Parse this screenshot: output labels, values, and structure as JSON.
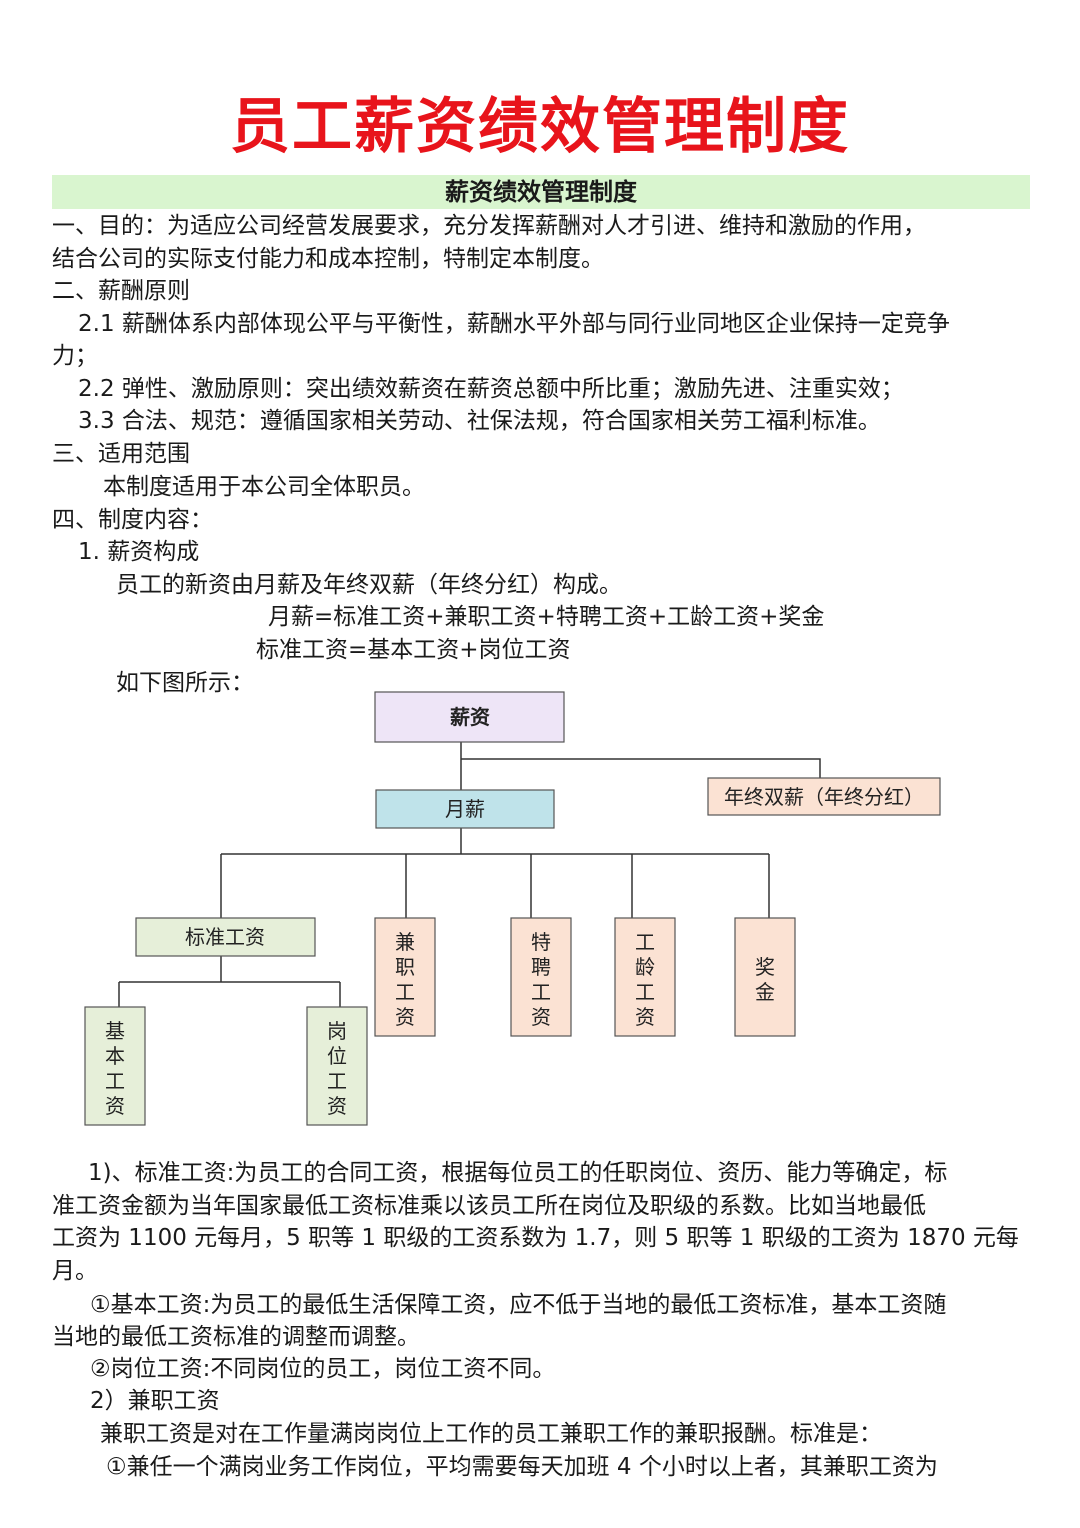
{
  "title": "员工薪资绩效管理制度",
  "subtitle": "薪资绩效管理制度",
  "lines": {
    "p1a": "一、目的：为适应公司经营发展要求，充分发挥薪酬对人才引进、维持和激励的作用，",
    "p1b": "结合公司的实际支付能力和成本控制，特制定本制度。",
    "h2": "二、薪酬原则",
    "p21a": "2.1 薪酬体系内部体现公平与平衡性，薪酬水平外部与同行业同地区企业保持一定竞争",
    "p21b": "力；",
    "p22": "2.2  弹性、激励原则：突出绩效薪资在薪资总额中所比重；激励先进、注重实效；",
    "p33": "3.3  合法、规范：遵循国家相关劳动、社保法规，符合国家相关劳工福利标准。",
    "h3": "三、适用范围",
    "p3": "本制度适用于本公司全体职员。",
    "h4": "四、制度内容：",
    "s1": "1.  薪资构成",
    "s1p": "员工的新资由月薪及年终双薪（年终分红）构成。",
    "f1": "月薪=标准工资+兼职工资+特聘工资+工龄工资+奖金",
    "f2": "标准工资=基本工资+岗位工资",
    "f3": "如下图所示：",
    "b1a": "1)、标准工资:为员工的合同工资，根据每位员工的任职岗位、资历、能力等确定，标",
    "b1b": "准工资金额为当年国家最低工资标准乘以该员工所在岗位及职级的系数。比如当地最低",
    "b1c": "工资为 1100 元每月，5 职等 1 职级的工资系数为 1.7，则 5 职等 1 职级的工资为 1870 元每",
    "b1d": "月。",
    "b2a": "①基本工资:为员工的最低生活保障工资，应不低于当地的最低工资标准，基本工资随",
    "b2b": "当地的最低工资标准的调整而调整。",
    "b3": "②岗位工资:不同岗位的员工，岗位工资不同。",
    "b4": "2）兼职工资",
    "b5": "兼职工资是对在工作量满岗岗位上工作的员工兼职工作的兼职报酬。标准是：",
    "b6": "①兼任一个满岗业务工作岗位，平均需要每天加班 4 个小时以上者，其兼职工资为"
  },
  "diagram": {
    "root": "薪资",
    "monthly": "月薪",
    "yearend": "年终双薪（年终分红）",
    "standard": "标准工资",
    "parttime": [
      "兼",
      "职",
      "工",
      "资"
    ],
    "special": [
      "特",
      "聘",
      "工",
      "资"
    ],
    "seniority": [
      "工",
      "龄",
      "工",
      "资"
    ],
    "bonus": [
      "奖",
      "金"
    ],
    "basic": [
      "基",
      "本",
      "工",
      "资"
    ],
    "post": [
      "岗",
      "位",
      "工",
      "资"
    ]
  },
  "colors": {
    "title": "#e8141b",
    "subtitle_bg": "#d9f5cf",
    "root_fill": "#eee5f7",
    "monthly_fill": "#bfe3ea",
    "orange_fill": "#fbe2d3",
    "green_fill": "#e6efd9"
  }
}
